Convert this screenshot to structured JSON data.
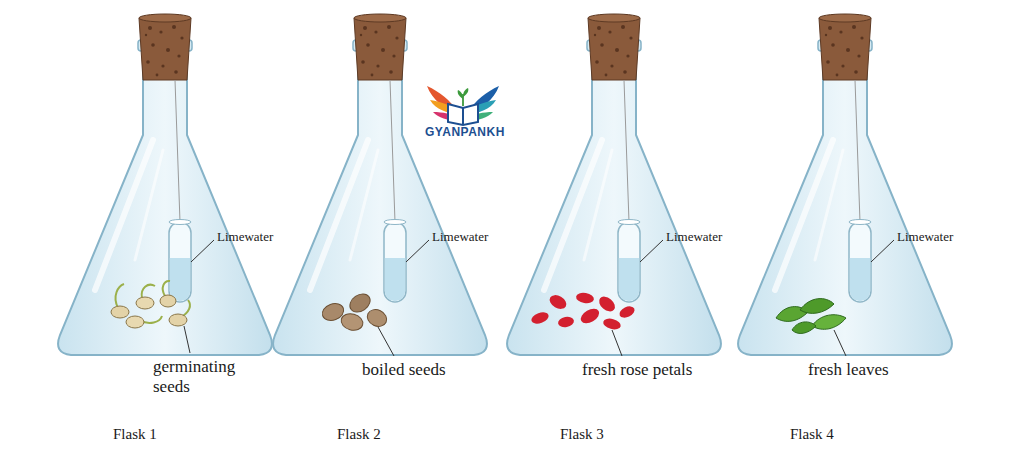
{
  "diagram": {
    "labels": [
      "GYANPANKH",
      "Limewater",
      "Limewater",
      "Limewater",
      "Limewater",
      "germinating seeds",
      "boiled seeds",
      "fresh rose petals",
      "fresh leaves",
      "Flask 1",
      "Flask 2",
      "Flask 3",
      "Flask 4"
    ]
  }
}
